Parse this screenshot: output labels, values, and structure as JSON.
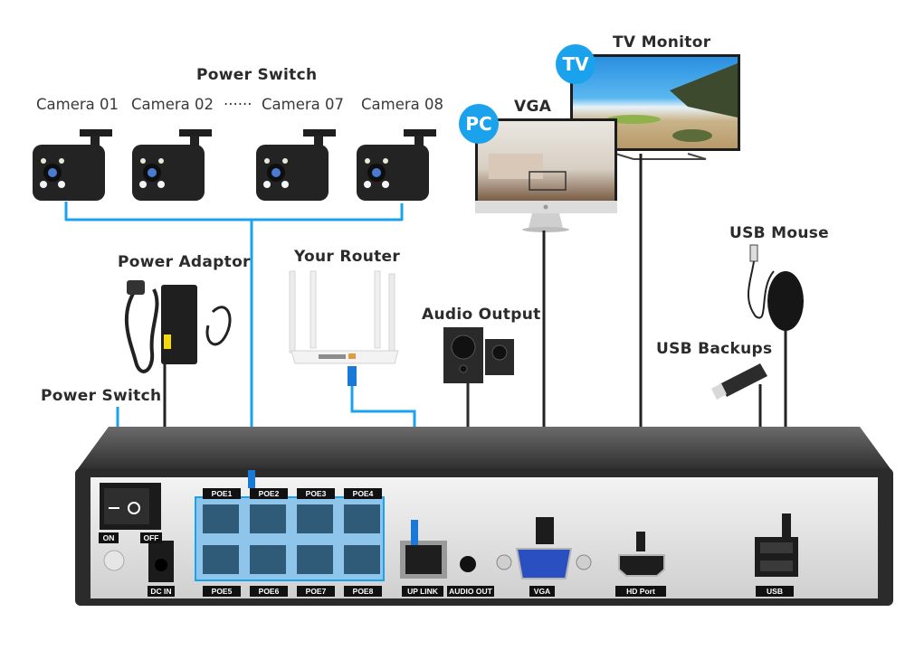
{
  "title": "Power Switch",
  "cameras": [
    {
      "label": "Camera 01"
    },
    {
      "label": "Camera 02"
    },
    {
      "label": "Camera 07"
    },
    {
      "label": "Camera 08"
    }
  ],
  "camera_ellipsis": "······",
  "devices": {
    "power_adaptor": "Power Adaptor",
    "power_switch": "Power Switch",
    "router": "Your Router",
    "audio": "Audio Output",
    "vga": "VGA",
    "tv": "TV Monitor",
    "usb_mouse": "USB Mouse",
    "usb_backups": "USB Backups"
  },
  "badges": {
    "pc": "PC",
    "tv": "TV"
  },
  "nvr_ports": {
    "on": "ON",
    "off": "OFF",
    "dc_in": "DC IN",
    "poe_top": [
      "POE1",
      "POE2",
      "POE3",
      "POE4"
    ],
    "poe_bottom": [
      "POE5",
      "POE6",
      "POE7",
      "POE8"
    ],
    "uplink": "UP LINK",
    "audio_out": "AUDIO OUT",
    "vga": "VGA",
    "hd_port": "HD Port",
    "usb": "USB"
  },
  "colors": {
    "cable_blue": "#1aa3ec",
    "badge_blue": "#1aa3ec",
    "nvr_body": "#3a3a3a",
    "panel": "#d9d9d9"
  }
}
